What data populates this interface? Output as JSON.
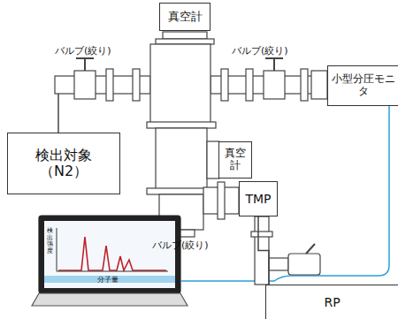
{
  "diagram": {
    "nodes": [
      {
        "text": [
          "真空計"
        ]
      },
      {
        "text": [
          "小型分圧モニタ"
        ]
      },
      {
        "text": [
          "検出対象",
          "（N2）"
        ]
      },
      {
        "text": [
          "真空計"
        ]
      },
      {
        "text": [
          "TMP"
        ]
      },
      {
        "text": [
          "RP"
        ]
      }
    ],
    "edges": [
      {
        "from": 4,
        "to": 5,
        "arrow": "none"
      }
    ],
    "labels": [
      "バルブ(絞り)",
      "バルブ(絞り)",
      "バルブ(絞り)",
      "検出強度",
      "分子量"
    ]
  }
}
